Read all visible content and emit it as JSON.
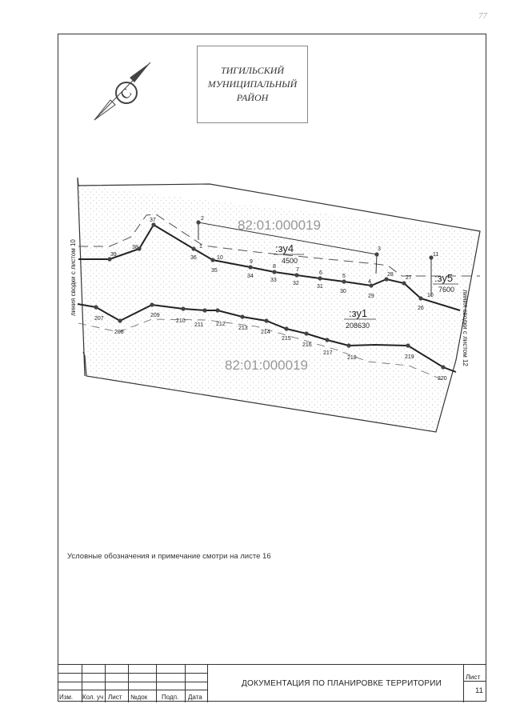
{
  "corner_mark": "77",
  "title_lines": [
    "ТИГИЛЬСКИЙ",
    "МУНИЦИПАЛЬНЫЙ",
    "РАЙОН"
  ],
  "cadastral_top": "82:01:000019",
  "cadastral_bottom": "82:01:000019",
  "parcels": {
    "zu4": {
      "name": ":зу4",
      "area": "4500"
    },
    "zu5": {
      "name": ":зу5",
      "area": "7600"
    },
    "zu1": {
      "name": ":зу1",
      "area": "208630"
    }
  },
  "left_sheet_line": "линия сводки с листом 10",
  "right_sheet_line": "линия сводки с листом 12",
  "point_labels": {
    "p2": "2",
    "p3": "3",
    "p11": "11",
    "p39": "39",
    "p38": "38",
    "p37": "37",
    "p36": "36",
    "p1": "1",
    "p35": "35",
    "p10a": "10",
    "p9": "9",
    "p34": "34",
    "p8": "8",
    "p33": "33",
    "p7": "7",
    "p32": "32",
    "p6": "6",
    "p31": "31",
    "p5": "5",
    "p30": "30",
    "p4": "4",
    "p29": "29",
    "p28": "28",
    "p27": "27",
    "p26": "26",
    "p10b": "10",
    "p207": "207",
    "p208": "208",
    "p209": "209",
    "p210": "210",
    "p211": "211",
    "p212": "212",
    "p213": "213",
    "p214": "214",
    "p215": "215",
    "p216": "216",
    "p217": "217",
    "p218": "218",
    "p219": "219",
    "p220": "220"
  },
  "note": "Условные обозначения и примечание смотри на листе 16",
  "stamp": {
    "col_izm": "Изм.",
    "col_kol": "Кол. уч",
    "col_list": "Лист",
    "col_ndok": "№док",
    "col_podp": "Подп.",
    "col_data": "Дата",
    "title": "ДОКУМЕНТАЦИЯ ПО ПЛАНИРОВКЕ ТЕРРИТОРИИ",
    "sheet_label": "Лист",
    "sheet_number": "11"
  }
}
